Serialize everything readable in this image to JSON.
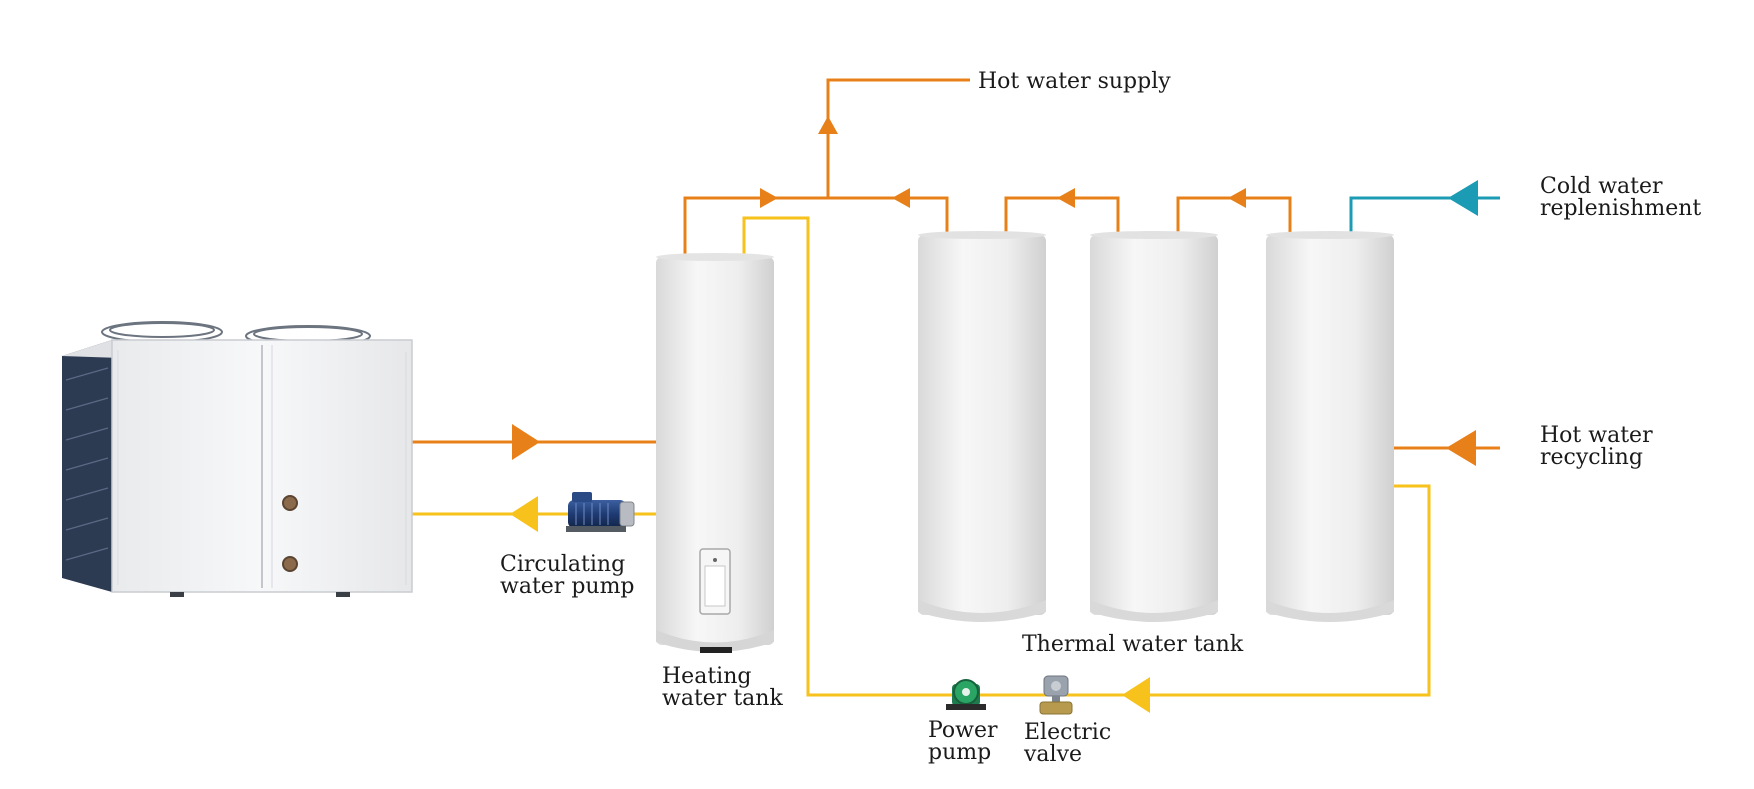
{
  "labels": {
    "hot_water_supply": [
      "Hot water supply"
    ],
    "cold_water_replenishment": [
      "Cold water",
      "replenishment"
    ],
    "hot_water_recycling": [
      "Hot water",
      "recycling"
    ],
    "circulating_water_pump": [
      "Circulating",
      "water pump"
    ],
    "heating_water_tank": [
      "Heating",
      "water tank"
    ],
    "thermal_water_tank": [
      "Thermal water tank"
    ],
    "power_pump": [
      "Power",
      "pump"
    ],
    "electric_valve": [
      "Electric",
      "valve"
    ]
  },
  "colors": {
    "hot_pipe": "#e8801a",
    "return_pipe": "#f6c21b",
    "cold_pipe": "#1c9bb5",
    "tank_body": "#efefef",
    "unit_body": "#f3f4f5",
    "unit_grille": "#2d3b52"
  },
  "icons": {
    "heat_pump": "heat-pump-unit-icon",
    "circulating_pump": "circulating-pump-icon",
    "power_pump": "power-pump-icon",
    "electric_valve": "electric-valve-icon"
  }
}
